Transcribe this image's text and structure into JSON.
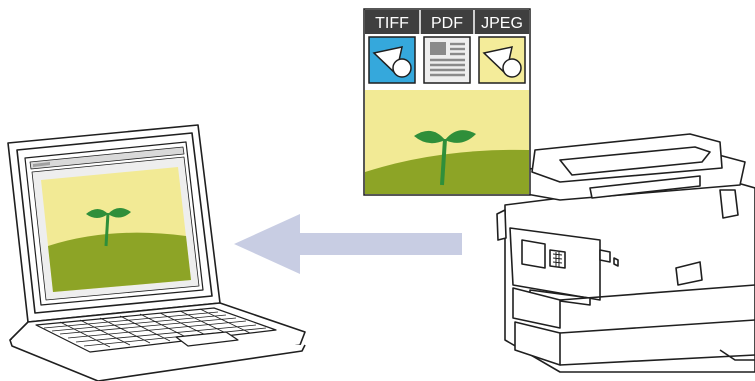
{
  "formats": {
    "tiff": "TIFF",
    "pdf": "PDF",
    "jpeg": "JPEG"
  },
  "colors": {
    "format_bar": "#3f3f3f",
    "tiff_icon_bg": "#35a8dc",
    "jpeg_icon_bg": "#f4ec9a",
    "pdf_icon_bg": "#eeeeee",
    "picture_sky": "#f2ea95",
    "picture_ground": "#8da426",
    "sprout": "#2f8f3a",
    "transfer_arrow": "#c8cde3",
    "outline": "#1f1f1f"
  },
  "icons": {
    "scanned_picture": "sprout-photo-icon",
    "laptop": "laptop-icon",
    "printer": "printer-icon",
    "arrow": "left-arrow-icon"
  }
}
